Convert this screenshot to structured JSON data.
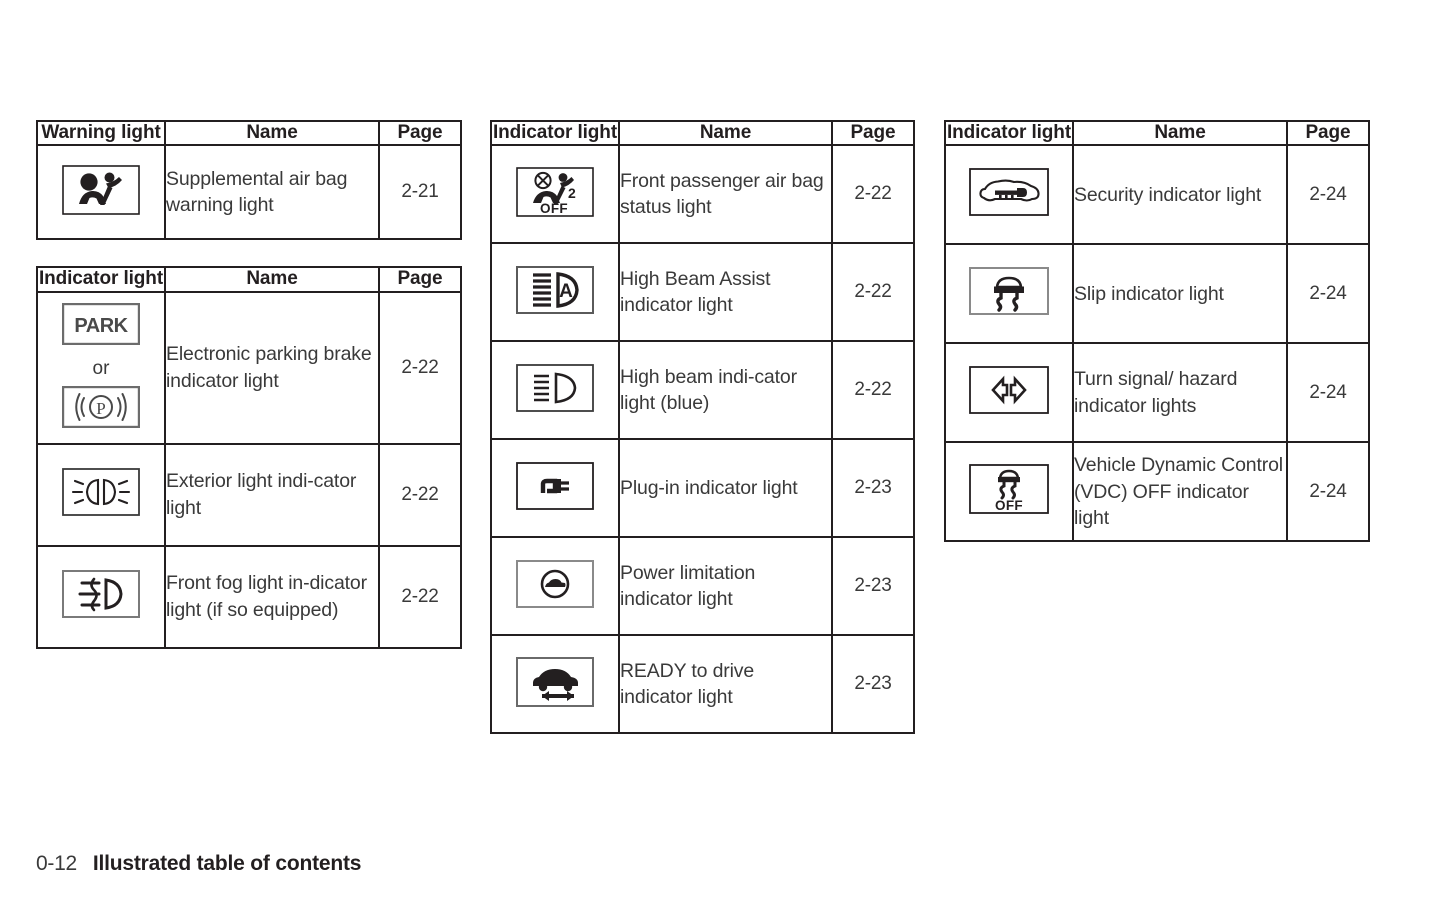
{
  "document": {
    "footer_page_number": "0-12",
    "footer_title": "Illustrated table of contents"
  },
  "tables": [
    {
      "id": "warning-light-table",
      "headers": {
        "icon": "Warning light",
        "name": "Name",
        "page": "Page"
      },
      "rows": [
        {
          "icon": "supplemental-air-bag-warning-icon",
          "name": "Supplemental air bag warning light",
          "page": "2-21"
        }
      ]
    },
    {
      "id": "indicator-light-table-1",
      "headers": {
        "icon": "Indicator light",
        "name": "Name",
        "page": "Page"
      },
      "rows": [
        {
          "icon": "electronic-parking-brake-icon",
          "icon_alt_label": "PARK",
          "icon_separator": "or",
          "name": "Electronic parking brake indicator light",
          "page": "2-22"
        },
        {
          "icon": "exterior-light-icon",
          "name": "Exterior light indi-cator light",
          "page": "2-22"
        },
        {
          "icon": "front-fog-light-icon",
          "name": "Front fog light in-dicator light (if so equipped)",
          "page": "2-22"
        }
      ]
    },
    {
      "id": "indicator-light-table-2",
      "headers": {
        "icon": "Indicator light",
        "name": "Name",
        "page": "Page"
      },
      "rows": [
        {
          "icon": "front-passenger-air-bag-status-icon",
          "icon_label_off": "OFF",
          "icon_label_num": "2",
          "name": "Front passenger air bag status light",
          "page": "2-22"
        },
        {
          "icon": "high-beam-assist-icon",
          "icon_label": "A",
          "name": "High Beam Assist indicator light",
          "page": "2-22"
        },
        {
          "icon": "high-beam-icon",
          "name": "High beam indi-cator light (blue)",
          "page": "2-22"
        },
        {
          "icon": "plug-in-icon",
          "name": "Plug-in indicator light",
          "page": "2-23"
        },
        {
          "icon": "power-limitation-icon",
          "name": "Power limitation indicator light",
          "page": "2-23"
        },
        {
          "icon": "ready-to-drive-icon",
          "name": "READY to drive indicator light",
          "page": "2-23"
        }
      ]
    },
    {
      "id": "indicator-light-table-3",
      "headers": {
        "icon": "Indicator light",
        "name": "Name",
        "page": "Page"
      },
      "rows": [
        {
          "icon": "security-indicator-icon",
          "name": "Security indicator light",
          "page": "2-24"
        },
        {
          "icon": "slip-indicator-icon",
          "name": "Slip indicator light",
          "page": "2-24"
        },
        {
          "icon": "turn-signal-hazard-icon",
          "name": "Turn signal/ hazard indicator lights",
          "page": "2-24"
        },
        {
          "icon": "vdc-off-icon",
          "icon_label_off": "OFF",
          "name": "Vehicle Dynamic Control (VDC) OFF indicator light",
          "page": "2-24"
        }
      ]
    }
  ],
  "colors": {
    "ink": "#231f20",
    "text": "#3a3a3a",
    "page_background": "#ffffff"
  }
}
